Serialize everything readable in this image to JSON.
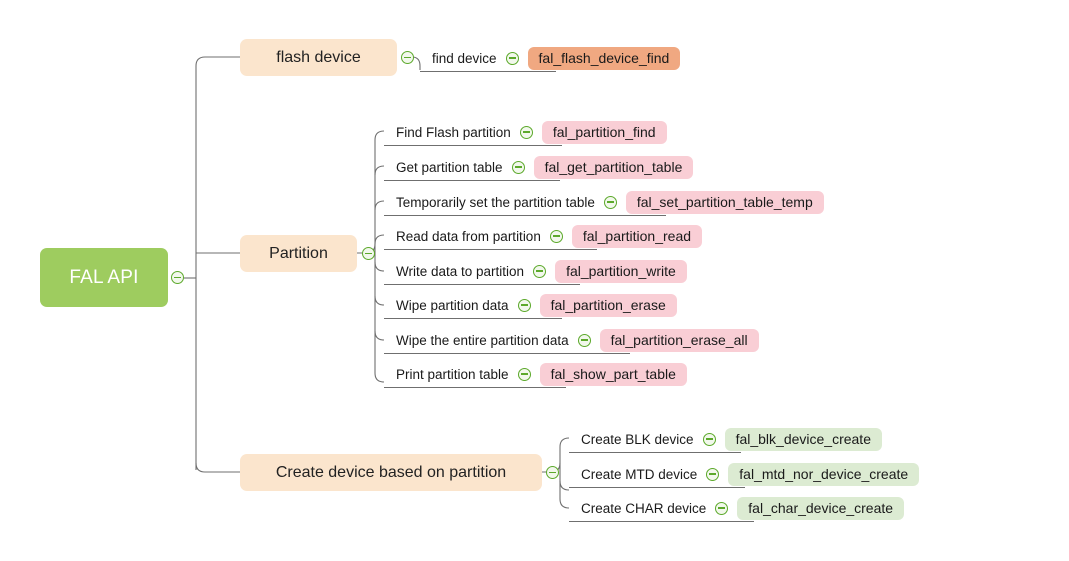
{
  "diagram": {
    "type": "mindmap",
    "title": "FAL API",
    "colors": {
      "root_fill": "#9ecc5f",
      "root_text": "#ffffff",
      "branch_fill": "#fbe5cd",
      "leaf_pill_orange": "#f0a881",
      "leaf_pill_pink": "#f9ced5",
      "leaf_pill_green": "#dcebd2",
      "connector_line": "#6f6f6f",
      "toggle_stroke": "#5ca92b",
      "background": "#ffffff"
    },
    "toggle_icon": "collapse-minus-icon"
  },
  "root": {
    "label": "FAL API"
  },
  "branches": [
    {
      "label": "flash device",
      "leaves": [
        {
          "label": "find device",
          "api": "fal_flash_device_find"
        }
      ]
    },
    {
      "label": "Partition",
      "leaves": [
        {
          "label": "Find Flash partition",
          "api": "fal_partition_find"
        },
        {
          "label": "Get partition table",
          "api": "fal_get_partition_table"
        },
        {
          "label": "Temporarily set the partition table",
          "api": "fal_set_partition_table_temp"
        },
        {
          "label": "Read data from partition",
          "api": "fal_partition_read"
        },
        {
          "label": "Write data to partition",
          "api": "fal_partition_write"
        },
        {
          "label": "Wipe partition data",
          "api": "fal_partition_erase"
        },
        {
          "label": "Wipe the entire partition data",
          "api": "fal_partition_erase_all"
        },
        {
          "label": "Print partition table",
          "api": "fal_show_part_table"
        }
      ]
    },
    {
      "label": "Create device based on partition",
      "leaves": [
        {
          "label": "Create BLK device",
          "api": "fal_blk_device_create"
        },
        {
          "label": "Create MTD device",
          "api": "fal_mtd_nor_device_create"
        },
        {
          "label": "Create CHAR device",
          "api": "fal_char_device_create"
        }
      ]
    }
  ]
}
